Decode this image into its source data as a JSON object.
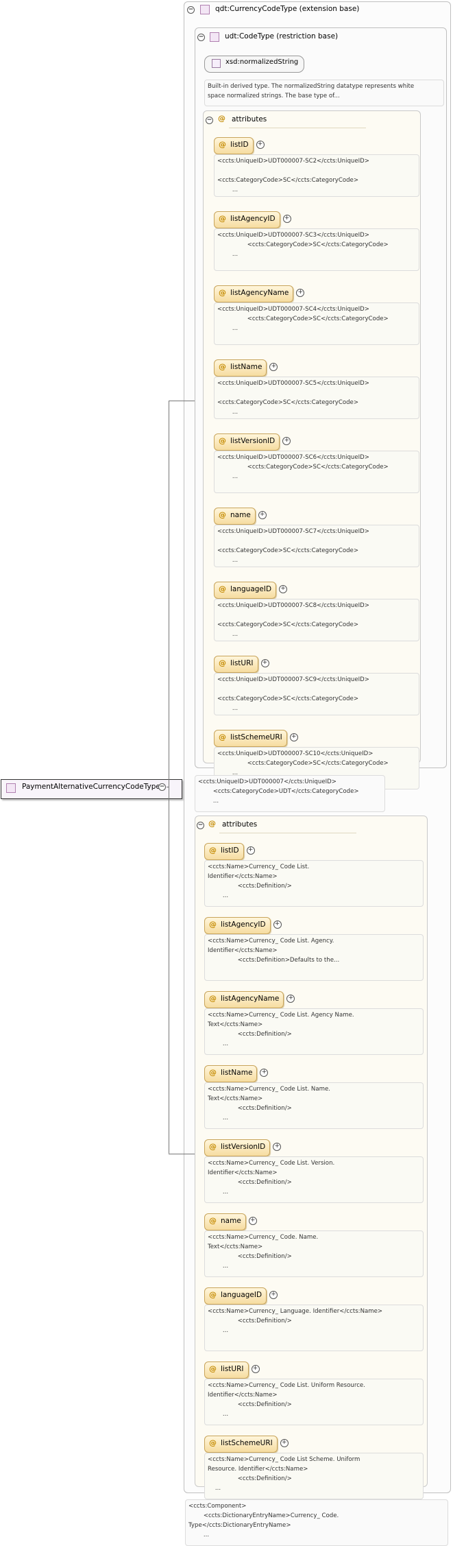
{
  "root": {
    "label": "PaymentAlternativeCurrencyCodeType"
  },
  "qdt": {
    "label": "qdt:CurrencyCodeType (extension base)"
  },
  "udt": {
    "label": "udt:CodeType (restriction base)"
  },
  "normalized": {
    "label": "xsd:normalizedString",
    "doc": "Built-in derived type. The normalizedString datatype represents white\nspace normalized strings. The base type of..."
  },
  "inner_attributes": {
    "label": "attributes",
    "items": [
      {
        "name": "listID",
        "doc": "<ccts:UniqueID>UDT000007-SC2</ccts:UniqueID>\n\n<ccts:CategoryCode>SC</ccts:CategoryCode>\n        ..."
      },
      {
        "name": "listAgencyID",
        "doc": "<ccts:UniqueID>UDT000007-SC3</ccts:UniqueID>\n                <ccts:CategoryCode>SC</ccts:CategoryCode>\n        ..."
      },
      {
        "name": "listAgencyName",
        "doc": "<ccts:UniqueID>UDT000007-SC4</ccts:UniqueID>\n                <ccts:CategoryCode>SC</ccts:CategoryCode>\n        ..."
      },
      {
        "name": "listName",
        "doc": "<ccts:UniqueID>UDT000007-SC5</ccts:UniqueID>\n\n<ccts:CategoryCode>SC</ccts:CategoryCode>\n        ..."
      },
      {
        "name": "listVersionID",
        "doc": "<ccts:UniqueID>UDT000007-SC6</ccts:UniqueID>\n                <ccts:CategoryCode>SC</ccts:CategoryCode>\n        ..."
      },
      {
        "name": "name",
        "doc": "<ccts:UniqueID>UDT000007-SC7</ccts:UniqueID>\n\n<ccts:CategoryCode>SC</ccts:CategoryCode>\n        ..."
      },
      {
        "name": "languageID",
        "doc": "<ccts:UniqueID>UDT000007-SC8</ccts:UniqueID>\n\n<ccts:CategoryCode>SC</ccts:CategoryCode>\n        ..."
      },
      {
        "name": "listURI",
        "doc": "<ccts:UniqueID>UDT000007-SC9</ccts:UniqueID>\n\n<ccts:CategoryCode>SC</ccts:CategoryCode>\n        ..."
      },
      {
        "name": "listSchemeURI",
        "doc": "<ccts:UniqueID>UDT000007-SC10</ccts:UniqueID>\n                <ccts:CategoryCode>SC</ccts:CategoryCode>\n        ..."
      }
    ]
  },
  "udt_doc": "<ccts:UniqueID>UDT000007</ccts:UniqueID>\n        <ccts:CategoryCode>UDT</ccts:CategoryCode>\n        ...",
  "outer_attributes": {
    "label": "attributes",
    "items": [
      {
        "name": "listID",
        "doc": "<ccts:Name>Currency_ Code List.\nIdentifier</ccts:Name>\n                <ccts:Definition/>\n        ..."
      },
      {
        "name": "listAgencyID",
        "doc": "<ccts:Name>Currency_ Code List. Agency.\nIdentifier</ccts:Name>\n                <ccts:Definition>Defaults to the..."
      },
      {
        "name": "listAgencyName",
        "doc": "<ccts:Name>Currency_ Code List. Agency Name.\nText</ccts:Name>\n                <ccts:Definition/>\n        ..."
      },
      {
        "name": "listName",
        "doc": "<ccts:Name>Currency_ Code List. Name.\nText</ccts:Name>\n                <ccts:Definition/>\n        ..."
      },
      {
        "name": "listVersionID",
        "doc": "<ccts:Name>Currency_ Code List. Version.\nIdentifier</ccts:Name>\n                <ccts:Definition/>\n        ..."
      },
      {
        "name": "name",
        "doc": "<ccts:Name>Currency_ Code. Name.\nText</ccts:Name>\n                <ccts:Definition/>\n        ..."
      },
      {
        "name": "languageID",
        "doc": "<ccts:Name>Currency_ Language. Identifier</ccts:Name>\n                <ccts:Definition/>\n        ..."
      },
      {
        "name": "listURI",
        "doc": "<ccts:Name>Currency_ Code List. Uniform Resource.\nIdentifier</ccts:Name>\n                <ccts:Definition/>\n        ..."
      },
      {
        "name": "listSchemeURI",
        "doc": "<ccts:Name>Currency_ Code List Scheme. Uniform\nResource. Identifier</ccts:Name>\n                <ccts:Definition/>\n    ..."
      }
    ]
  },
  "component_doc": "<ccts:Component>\n        <ccts:DictionaryEntryName>Currency_ Code.\nType</ccts:DictionaryEntryName>\n        ...",
  "glyphs": {
    "toggle": "−",
    "plus": "+",
    "at": "@"
  }
}
